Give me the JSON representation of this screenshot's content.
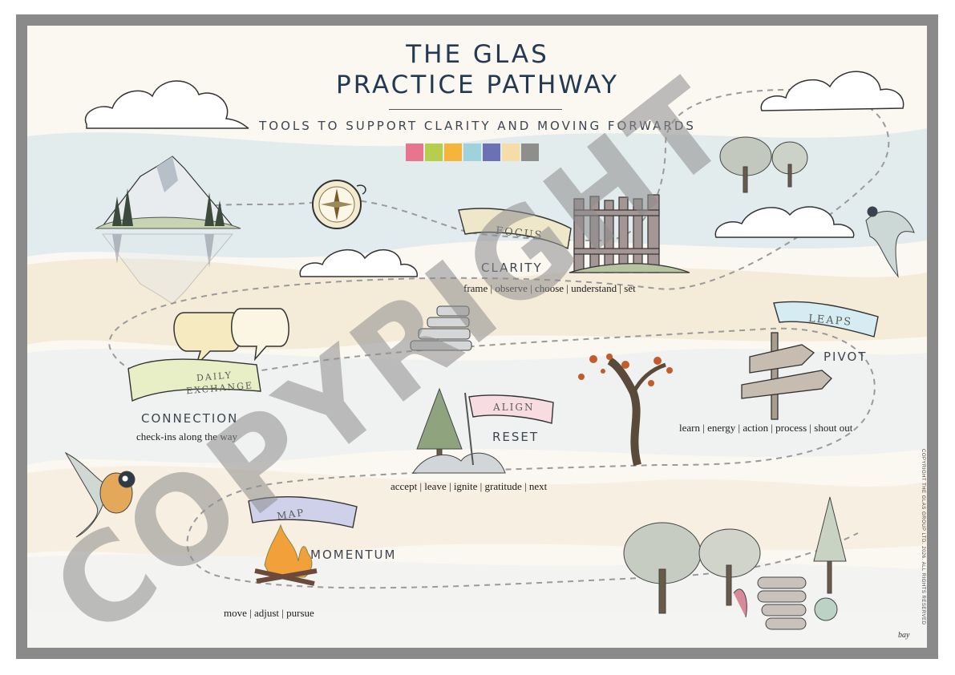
{
  "title_line1": "THE GLAS",
  "title_line2": "PRACTICE PATHWAY",
  "subtitle": "TOOLS TO SUPPORT CLARITY AND MOVING FORWARDS",
  "palette": [
    "#e8758e",
    "#b6ce4c",
    "#f4b53a",
    "#9ed3dc",
    "#6a72b4",
    "#f6dca8",
    "#8e8e8c"
  ],
  "stations": {
    "focus": {
      "ribbon": "FOCUS",
      "heading": "CLARITY",
      "tools": "frame | observe | choose | understand | set"
    },
    "leaps": {
      "ribbon": "LEAPS",
      "heading": "PIVOT",
      "tools": "learn | energy | action | process | shout out"
    },
    "daily": {
      "ribbon_line1": "DAILY",
      "ribbon_line2": "EXCHANGE",
      "heading": "CONNECTION",
      "tools": "check-ins along the way"
    },
    "align": {
      "ribbon": "ALIGN",
      "heading": "RESET",
      "tools": "accept | leave | ignite | gratitude | next"
    },
    "map": {
      "ribbon": "MAP",
      "heading": "MOMENTUM",
      "tools": "move | adjust | pursue"
    }
  },
  "copyright_note": "COPYRIGHT THE GLAS GROUP LTD. 2026. ALL RIGHTS RESERVED",
  "watermark": "COPYRIGHT",
  "signature": "bay"
}
